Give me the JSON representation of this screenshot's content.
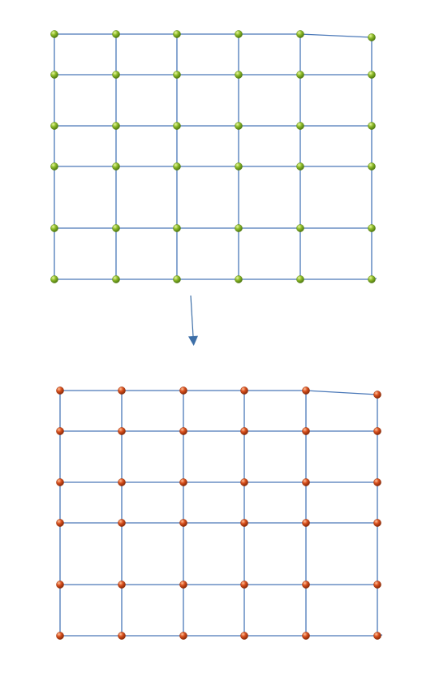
{
  "diagram": {
    "grids": [
      {
        "id": "top",
        "node_color": "#8fbc2a",
        "node_highlight": "#e8f7a0",
        "node_shade": "#4f7a10",
        "line_color": "#4a78b8",
        "columns": 6,
        "rows": 6
      },
      {
        "id": "bottom",
        "node_color": "#d9501e",
        "node_highlight": "#ffc39a",
        "node_shade": "#8a2a08",
        "line_color": "#4a78b8",
        "columns": 6,
        "rows": 6
      }
    ],
    "arrow": {
      "color": "#3d6fa8",
      "direction": "down"
    }
  }
}
